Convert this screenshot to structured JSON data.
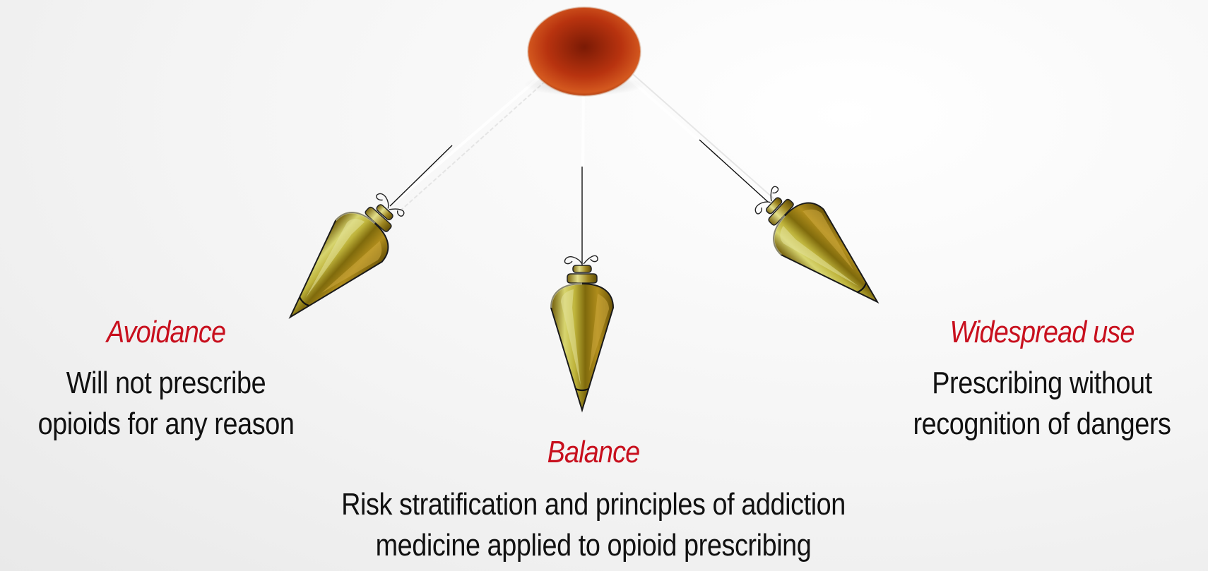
{
  "positions": {
    "left": {
      "title": "Avoidance",
      "lines": [
        "Will not prescribe",
        "opioids for any reason"
      ]
    },
    "center": {
      "title": "Balance",
      "lines": [
        "Risk stratification and principles of addiction",
        "medicine applied to opioid prescribing"
      ]
    },
    "right": {
      "title": "Widespread use",
      "lines": [
        "Prescribing without",
        "recognition of dangers"
      ]
    }
  },
  "colors": {
    "title": "#c8101e",
    "text": "#111111",
    "pivot": "#9e2a0c",
    "bob_light": "#d6d46a",
    "bob_mid": "#b2961f",
    "bob_dark": "#6f5a08"
  },
  "icons": [
    "pivot-knob",
    "pendulum-bob"
  ]
}
